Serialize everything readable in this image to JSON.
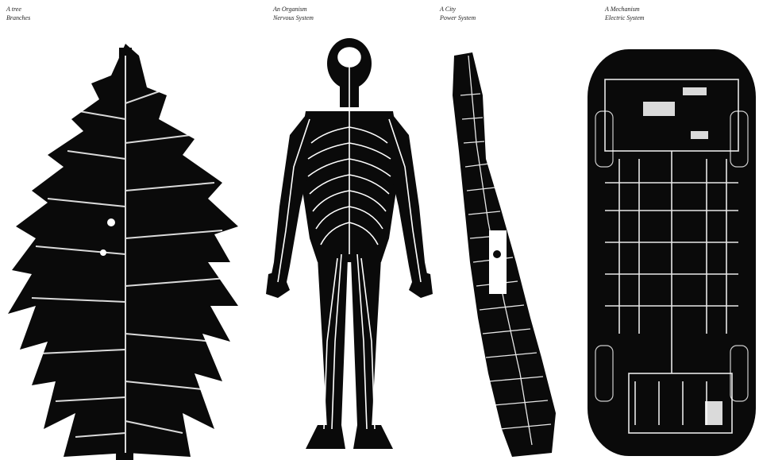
{
  "panels": [
    {
      "id": "tree",
      "title": "A tree",
      "subtitle": "Branches"
    },
    {
      "id": "organism",
      "title": "An Organism",
      "subtitle": "Nervous System"
    },
    {
      "id": "city",
      "title": "A City",
      "subtitle": "Power System"
    },
    {
      "id": "mechanism",
      "title": "A Mechanism",
      "subtitle": "Electric System"
    }
  ],
  "colors": {
    "ink": "#0a0a0a",
    "paper": "#ffffff"
  }
}
